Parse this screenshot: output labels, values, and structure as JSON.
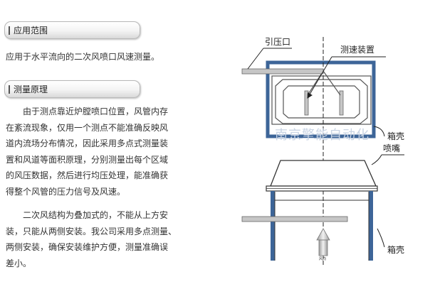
{
  "sections": [
    {
      "title": "应用范围",
      "paragraphs": [
        "应用于水平流向的二次风喷口风速测量。"
      ]
    },
    {
      "title": "测量原理",
      "paragraphs": [
        [
          "　　由于测点靠近炉膛喷口位置，风管内存",
          "在紊流现象，仅用一个测点不能准确反映风",
          "道内流场分布情况，因此采用多点式测量装",
          "置和风道等面积原理，分别测量出每个区域",
          "的风压数据，然后进行均压处理，能准确获",
          "得整个风管的压力信号及风速。"
        ],
        [
          "　　二次风结构为叠加式的，不能从上方安",
          "装，只能从两侧安装。我公司采用多点测量、",
          "两侧安装，确保安装维护方便，测量准确误",
          "差小。"
        ]
      ]
    }
  ],
  "diagram": {
    "labels": {
      "pressure_port": "引压口",
      "measuring_device": "测速装置",
      "housing_top": "箱壳",
      "nozzle": "喷嘴",
      "housing_bottom": "箱壳",
      "flow_direction": "风向"
    },
    "watermark": "南京擎能自动化",
    "colors": {
      "housing_blue": "#3d6598",
      "pipe_gray": "#c6c6c6"
    }
  }
}
